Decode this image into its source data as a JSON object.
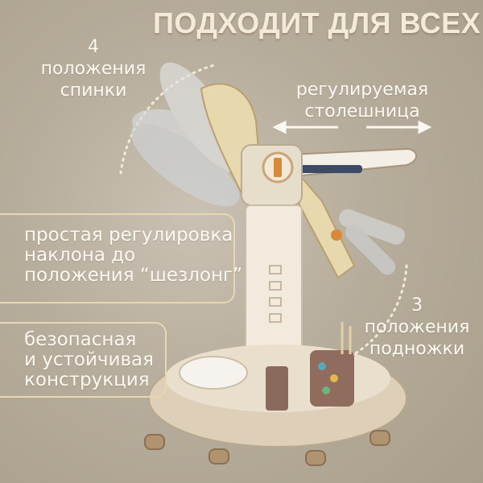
{
  "headline": "ПОДХОДИТ ДЛЯ ВСЕХ",
  "labels": {
    "backrest": [
      "4",
      "положения",
      "спинки"
    ],
    "table": [
      "регулируемая",
      "столешница"
    ],
    "recline": [
      "простая регулировка",
      "наклона до",
      "положения “шезлонг”"
    ],
    "stable": [
      "безопасная",
      "и устойчивая",
      "конструкция"
    ],
    "footrest": [
      "3",
      "положения",
      "подножки"
    ]
  },
  "colors": {
    "accent": "#e7d7b3",
    "text": "#fbf8f2",
    "headline": "#f3ead9",
    "chair_body": "#efe6d6",
    "chair_trim": "#7a5a4a",
    "knob": "#d68a3a"
  }
}
